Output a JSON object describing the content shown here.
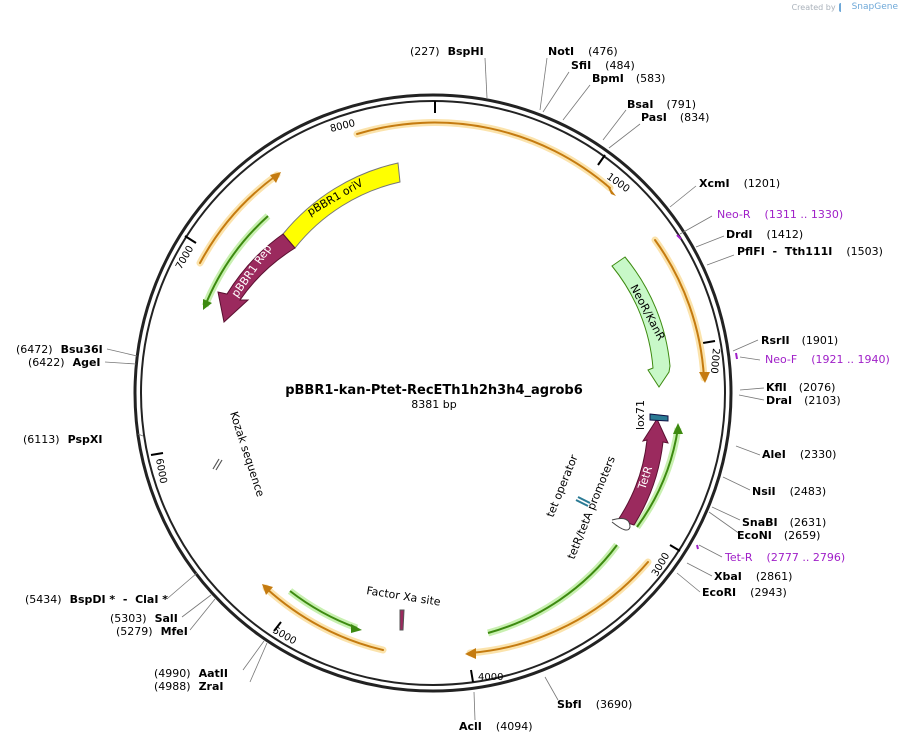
{
  "credit": {
    "prefix": "Created by",
    "brand": "SnapGene"
  },
  "plasmid": {
    "name": "pBBR1-kan-Ptet-RecETh1h2h3h4_agrob6",
    "length_label": "8381 bp"
  },
  "ticks": [
    "1000",
    "2000",
    "3000",
    "4000",
    "5000",
    "6000",
    "7000",
    "8000"
  ],
  "sites": [
    {
      "name": "BspHI",
      "pos": "(227)"
    },
    {
      "name": "NotI",
      "pos": "(476)"
    },
    {
      "name": "SfiI",
      "pos": "(484)"
    },
    {
      "name": "BpmI",
      "pos": "(583)"
    },
    {
      "name": "BsaI",
      "pos": "(791)"
    },
    {
      "name": "PasI",
      "pos": "(834)"
    },
    {
      "name": "XcmI",
      "pos": "(1201)"
    },
    {
      "name": "DrdI",
      "pos": "(1412)"
    },
    {
      "name": "PflFI  -  Tth111I",
      "pos": "(1503)"
    },
    {
      "name": "RsrII",
      "pos": "(1901)"
    },
    {
      "name": "KflI",
      "pos": "(2076)"
    },
    {
      "name": "DraI",
      "pos": "(2103)"
    },
    {
      "name": "AleI",
      "pos": "(2330)"
    },
    {
      "name": "NsiI",
      "pos": "(2483)"
    },
    {
      "name": "SnaBI",
      "pos": "(2631)"
    },
    {
      "name": "EcoNI",
      "pos": "(2659)"
    },
    {
      "name": "XbaI",
      "pos": "(2861)"
    },
    {
      "name": "EcoRI",
      "pos": "(2943)"
    },
    {
      "name": "SbfI",
      "pos": "(3690)"
    },
    {
      "name": "AclI",
      "pos": "(4094)"
    },
    {
      "name": "ZraI",
      "pos": "(4988)"
    },
    {
      "name": "AatII",
      "pos": "(4990)"
    },
    {
      "name": "MfeI",
      "pos": "(5279)"
    },
    {
      "name": "SalI",
      "pos": "(5303)"
    },
    {
      "name": "BspDI *  -  ClaI *",
      "pos": "(5434)"
    },
    {
      "name": "PspXI",
      "pos": "(6113)"
    },
    {
      "name": "AgeI",
      "pos": "(6422)"
    },
    {
      "name": "Bsu36I",
      "pos": "(6472)"
    }
  ],
  "primers": [
    {
      "name": "Neo-R",
      "range": "(1311 .. 1330)"
    },
    {
      "name": "Neo-F",
      "range": "(1921 .. 1940)"
    },
    {
      "name": "Tet-R",
      "range": "(2777 .. 2796)"
    }
  ],
  "features": {
    "oriV": "pBBR1 oriV",
    "rep": "pBBR1 Rep",
    "neo": "NeoR/KanR",
    "tetr": "TetR",
    "lox": "lox71",
    "tetop": "tet operator",
    "prom": "tetR/tetA promoters",
    "kozak": "Kozak sequence",
    "fxa": "Factor Xa site"
  },
  "colors": {
    "backbone": "#222222",
    "orange": "#f0b030",
    "green": "#4a9a18",
    "rep": "#9b2a5e",
    "oriv": "#ffff00",
    "neo": "#c8f8c8",
    "primer": "#a020c8",
    "lox": "#2a7a94"
  }
}
